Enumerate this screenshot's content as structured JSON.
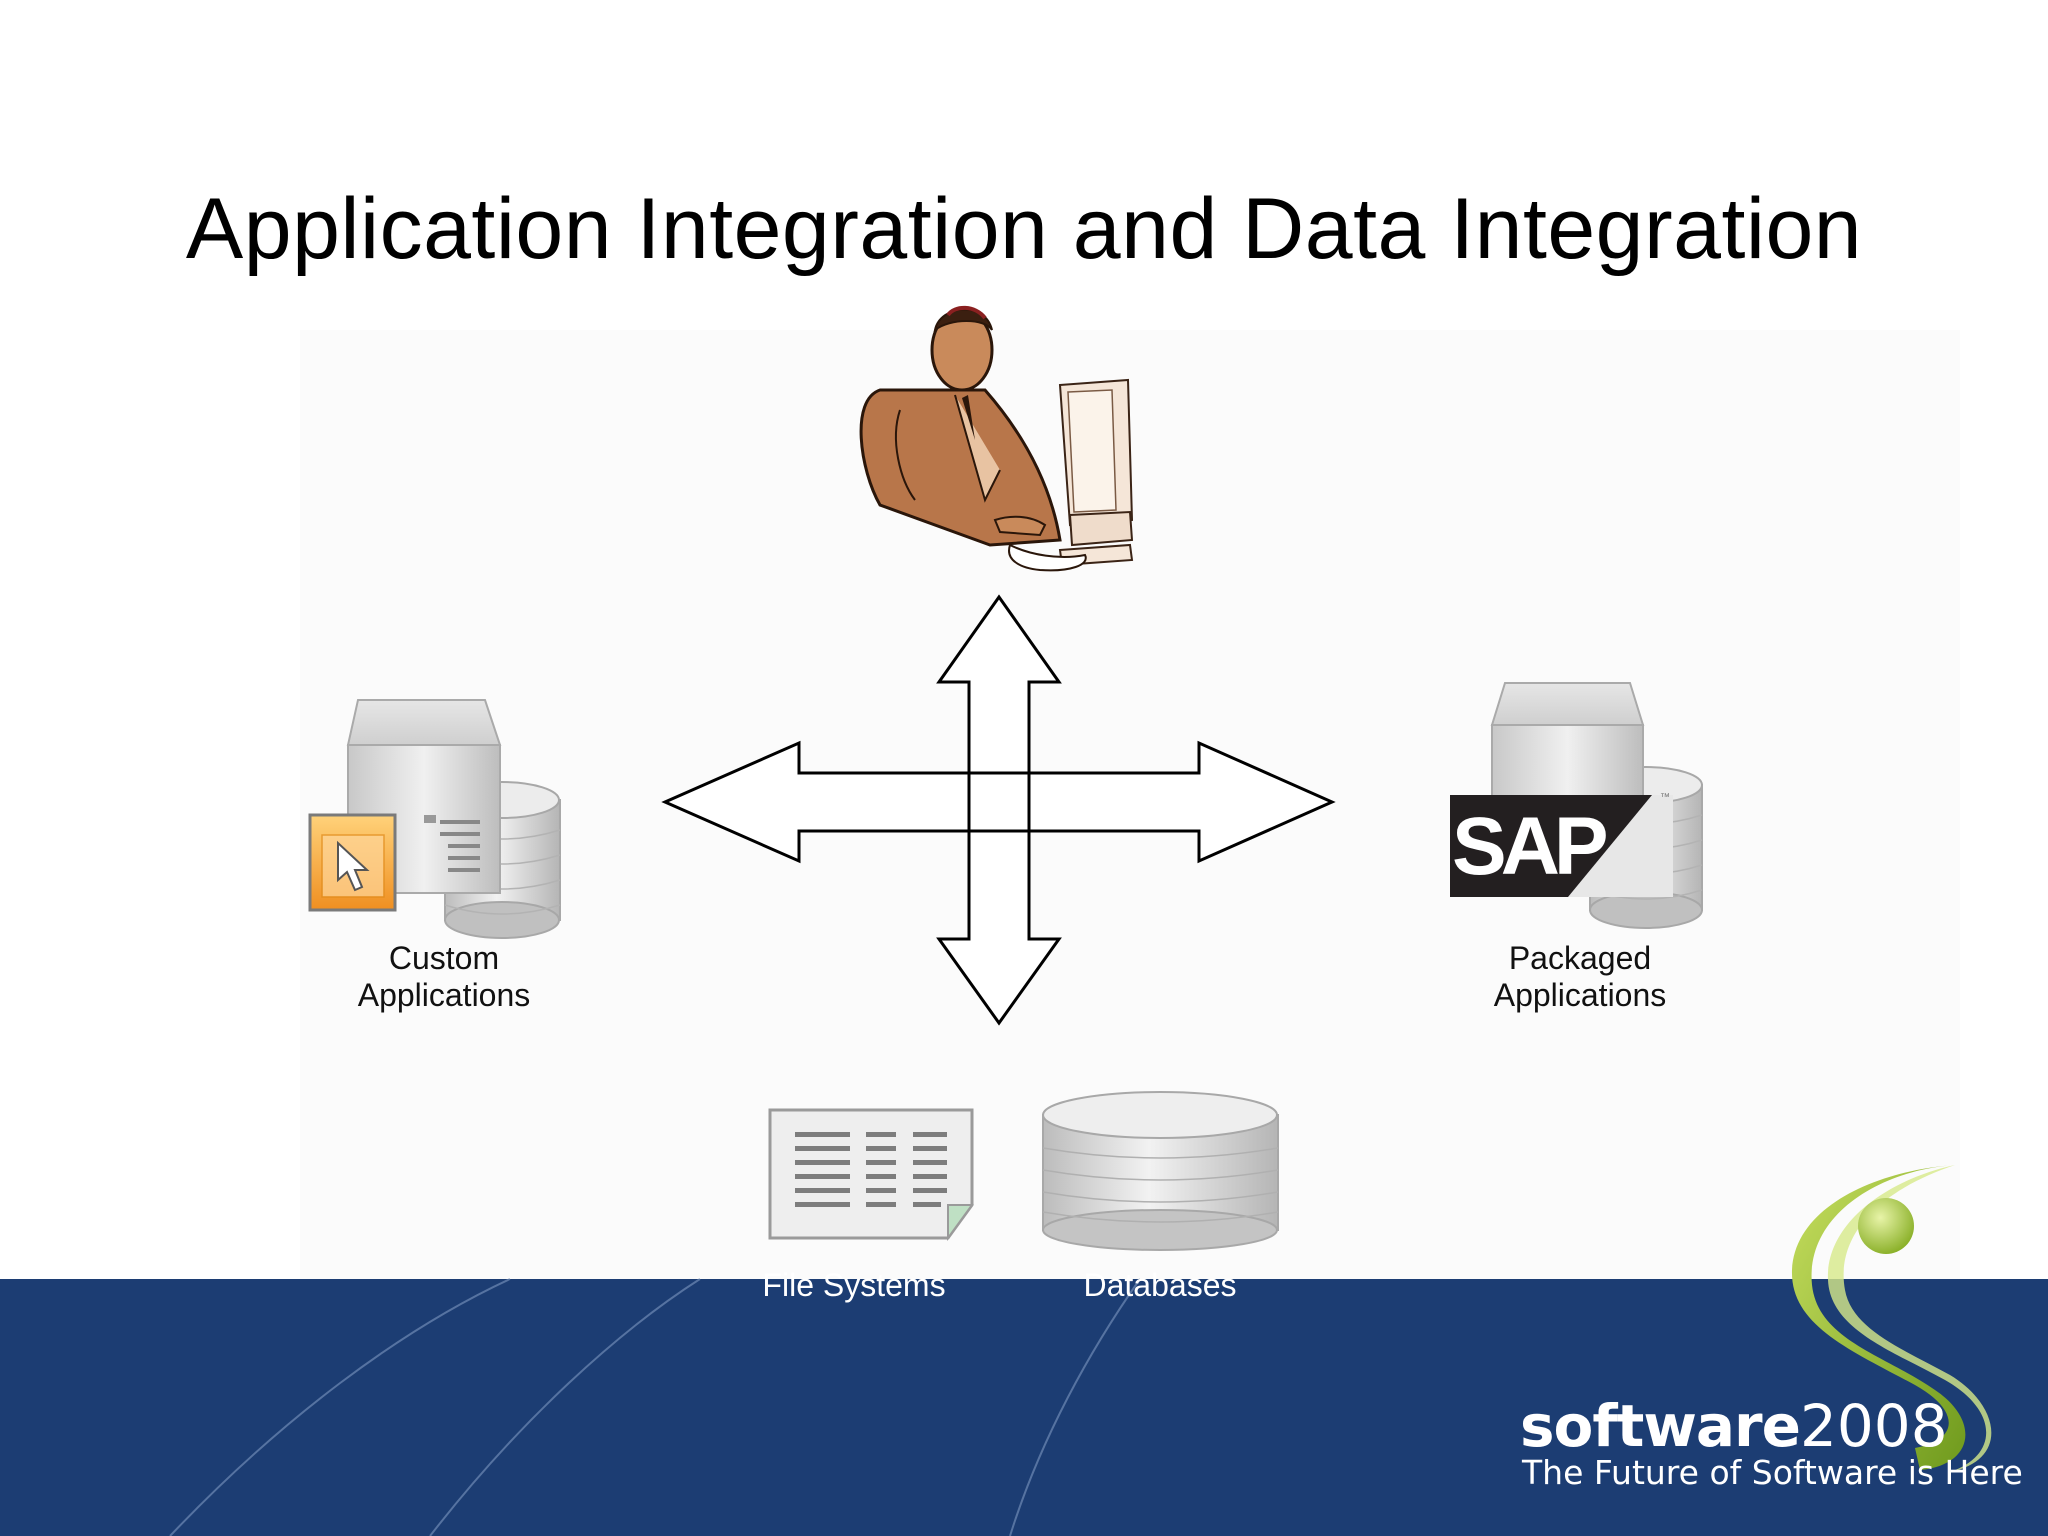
{
  "title": "Application Integration and Data Integration",
  "nodes": {
    "custom_apps": "Custom\nApplications",
    "packaged_apps": "Packaged\nApplications",
    "file_systems": "File Systems",
    "databases": "Databases"
  },
  "sap_logo_text": "SAP",
  "sap_trademark": "™",
  "branding": {
    "wordmark_bold": "software",
    "wordmark_year": "2008",
    "tagline": "The Future of Software is Here"
  },
  "colors": {
    "footer_band": "#1c3d73",
    "logo_green": "#8fb82c",
    "person_brown": "#b8764a",
    "folder_orange": "#f2a23a"
  },
  "icons": [
    "person-at-computer-icon",
    "server-with-app-icon",
    "sap-server-icon",
    "document-icon",
    "database-icon",
    "swoosh-logo-icon"
  ]
}
